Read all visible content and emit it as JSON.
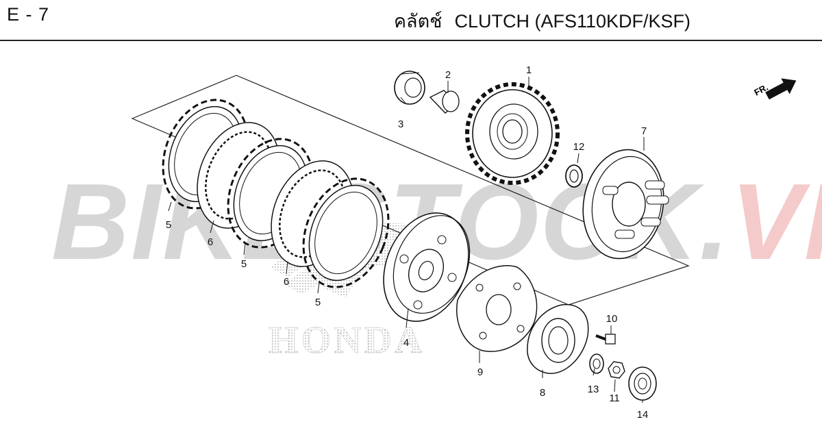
{
  "header": {
    "code": "E - 7",
    "title_thai": "คลัตช์",
    "title": "CLUTCH (AFS110KDF/KSF)"
  },
  "watermark": {
    "text": "BIKESTOCK.VN",
    "color_main": "#c9c9c9",
    "color_accent": "#f1b9b9"
  },
  "background_logo": {
    "text": "HONDA"
  },
  "direction": {
    "label": "FR."
  },
  "callouts": [
    "1",
    "2",
    "3",
    "4",
    "5",
    "5",
    "5",
    "6",
    "6",
    "7",
    "8",
    "9",
    "10",
    "11",
    "12",
    "13",
    "14"
  ]
}
